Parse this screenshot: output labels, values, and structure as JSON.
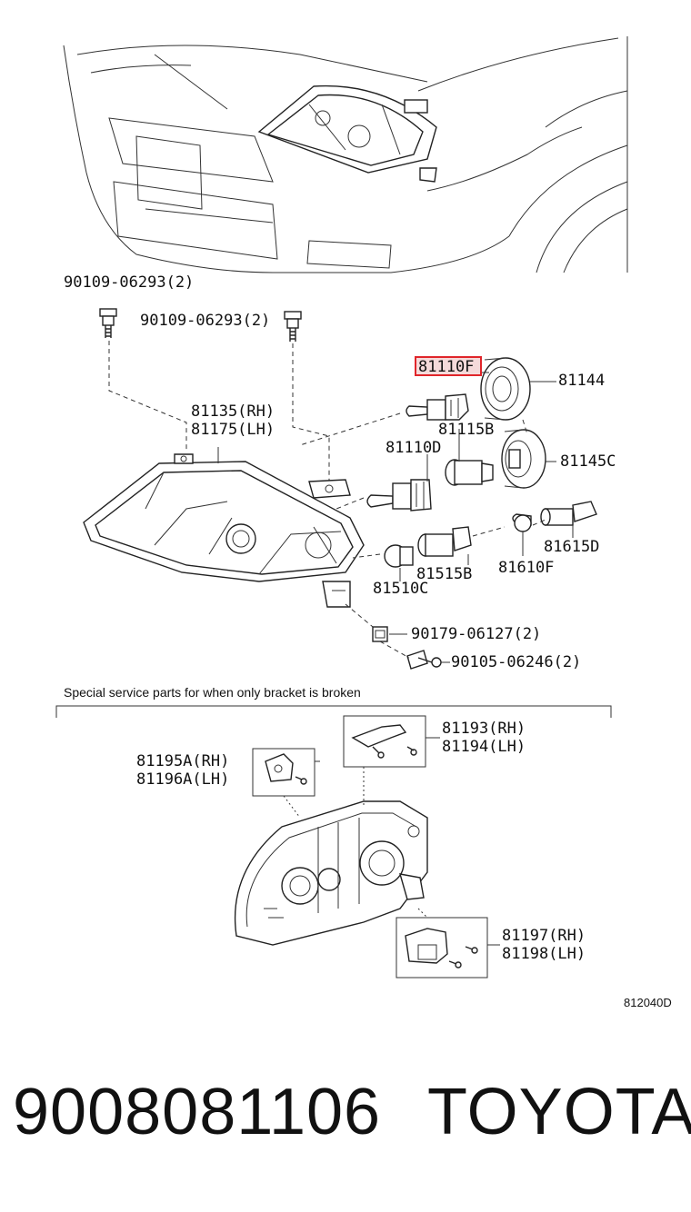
{
  "labels": {
    "bolt_a": "90109-06293(2)",
    "bolt_b": "90109-06293(2)",
    "unit_rh": "81135(RH)",
    "unit_lh": "81175(LH)",
    "bulb_highlight": "81110F",
    "cover": "81144",
    "socket_b": "81115B",
    "bulb_d": "81110D",
    "cap_c": "81145C",
    "socket_d": "81615D",
    "bulb_f": "81610F",
    "socket_515b": "81515B",
    "bulb_510c": "81510C",
    "nut": "90179-06127(2)",
    "screw": "90105-06246(2)",
    "bracket_upper_rh": "81193(RH)",
    "bracket_upper_lh": "81194(LH)",
    "bracket_side_rh": "81195A(RH)",
    "bracket_side_lh": "81196A(LH)",
    "bracket_lower_rh": "81197(RH)",
    "bracket_lower_lh": "81198(LH)"
  },
  "note": "Special service parts for when only bracket is broken",
  "diagram_code": "812040D",
  "footer": {
    "part_number": "9008081106",
    "brand": "TOYOTA"
  },
  "colors": {
    "highlight": "#e0252a",
    "highlight_fill": "#f5dada",
    "line": "#222222"
  }
}
